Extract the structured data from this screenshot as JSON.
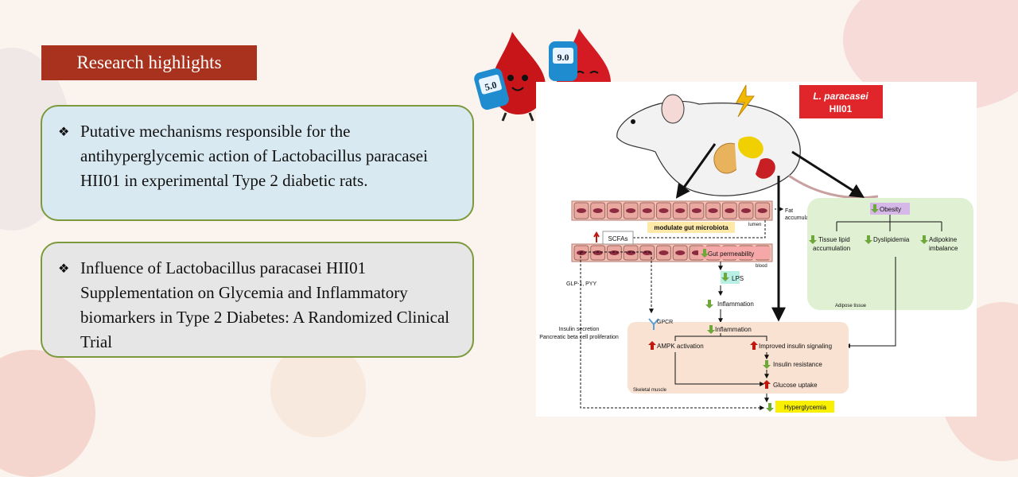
{
  "highlights_title": "Research highlights",
  "highlights": [
    "Putative mechanisms responsible for the antihyperglycemic action of Lactobacillus paracasei HII01 in experimental Type 2 diabetic rats.",
    "Influence of Lactobacillus paracasei HII01 Supplementation on Glycemia and Inflammatory biomarkers in Type 2 Diabetes: A Randomized Clinical Trial"
  ],
  "bullet_symbol": "❖",
  "glucometer_readings": [
    "5.0",
    "9.0"
  ],
  "diagram": {
    "probiotic_line1": "L. paracasei",
    "probiotic_line2": "HII01",
    "fat_accumulation_line1": "Fat",
    "fat_accumulation_line2": "accumulation",
    "lumen": "lumen",
    "modulate_gut_microbiota": "modulate gut microbiota",
    "scfas": "SCFAs",
    "gut_permeability": "Gut permeability",
    "blood": "blood",
    "glp1_pyy": "GLP-1, PYY",
    "lps": "LPS",
    "inflammation": "Inflammation",
    "gpcr": "GPCR",
    "insulin_secretion": "Insulin secretion",
    "beta_cell": "Pancreatic beta cell proliferation",
    "obesity": "Obesity",
    "tissue_lipid_line1": "Tissue lipid",
    "tissue_lipid_line2": "accumulation",
    "dyslipidemia": "Dyslipidemia",
    "adipokine_line1": "Adipokine",
    "adipokine_line2": "imbalance",
    "adipose_tissue": "Adipose tissue",
    "ampk": "AMPK activation",
    "insulin_signaling": "Improved insulin signaling",
    "insulin_resistance": "Insulin resistance",
    "glucose_uptake": "Glucose uptake",
    "skeletal_muscle": "Skeletal muscle",
    "hyperglycemia": "Hyperglycemia"
  },
  "colors": {
    "title_bg": "#a8321e",
    "card_border": "#7c9a3c",
    "card1_bg": "#d9e9f1",
    "card2_bg": "#e6e6e6",
    "adipose_bg": "#dff0d3",
    "muscle_bg": "#f9e2d2",
    "probiotic_bg": "#e0262a",
    "highlight_yellow": "#f8f000",
    "highlight_purple": "#d6b8e8",
    "up_arrow": "#c0180f",
    "down_arrow": "#6ea83a"
  }
}
